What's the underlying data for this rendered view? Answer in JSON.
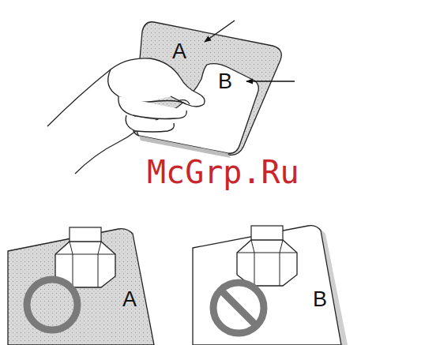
{
  "diagram": {
    "labels": [
      "A",
      "B",
      "McGrp.Ru",
      "A",
      "B"
    ]
  }
}
